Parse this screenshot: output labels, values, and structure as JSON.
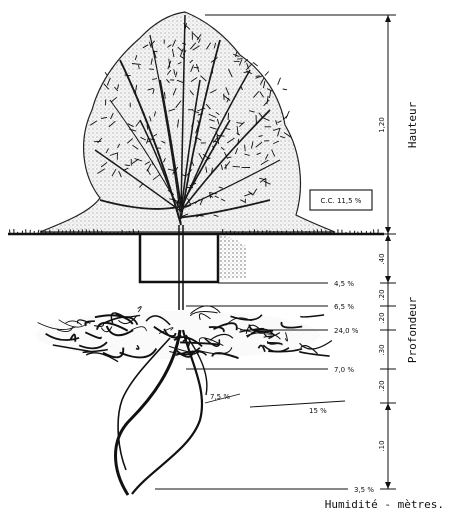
{
  "labels": {
    "axis_height": "Hauteur",
    "axis_depth": "Profondeur",
    "field_capacity": "C.C. 11,5 %",
    "footer": "Humidité - mètres."
  },
  "moisture_readings": [
    "4,5 %",
    "6,5 %",
    "24,0 %",
    "7,0 %",
    "7,5 %",
    "15 %",
    "3,5 %"
  ],
  "scale": {
    "height_segment": "1,20",
    "depth_segments": [
      ".40",
      ".20",
      ".20",
      ".30",
      ".20",
      ".10"
    ]
  }
}
